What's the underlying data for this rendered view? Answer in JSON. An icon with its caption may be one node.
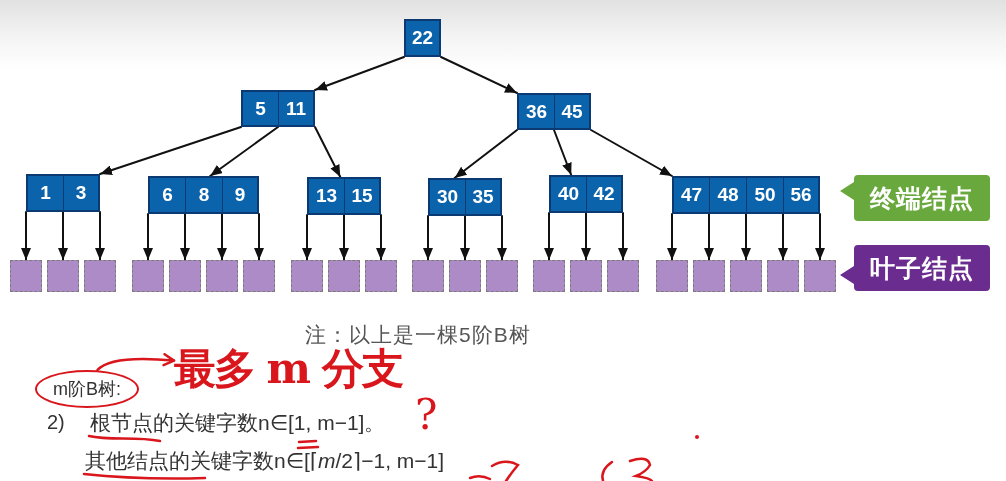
{
  "diagram": {
    "nodes": [
      {
        "text": [
          "22"
        ]
      },
      {
        "text": [
          "5",
          "11"
        ]
      },
      {
        "text": [
          "36",
          "45"
        ]
      },
      {
        "text": [
          "1",
          "3"
        ]
      },
      {
        "text": [
          "6",
          "8",
          "9"
        ]
      },
      {
        "text": [
          "13",
          "15"
        ]
      },
      {
        "text": [
          "30",
          "35"
        ]
      },
      {
        "text": [
          "40",
          "42"
        ]
      },
      {
        "text": [
          "47",
          "48",
          "50",
          "56"
        ]
      },
      {
        "text": [],
        "shape": "box"
      },
      {
        "text": [],
        "shape": "box"
      },
      {
        "text": [],
        "shape": "box"
      },
      {
        "text": [],
        "shape": "box"
      },
      {
        "text": [],
        "shape": "box"
      },
      {
        "text": [],
        "shape": "box"
      },
      {
        "text": [],
        "shape": "box"
      },
      {
        "text": [],
        "shape": "box"
      },
      {
        "text": [],
        "shape": "box"
      },
      {
        "text": [],
        "shape": "box"
      },
      {
        "text": [],
        "shape": "box"
      },
      {
        "text": [],
        "shape": "box"
      },
      {
        "text": [],
        "shape": "box"
      },
      {
        "text": [],
        "shape": "box"
      },
      {
        "text": [],
        "shape": "box"
      },
      {
        "text": [],
        "shape": "box"
      },
      {
        "text": [],
        "shape": "box"
      },
      {
        "text": [],
        "shape": "box"
      },
      {
        "text": [],
        "shape": "box"
      },
      {
        "text": [],
        "shape": "box"
      },
      {
        "text": [],
        "shape": "box"
      },
      {
        "text": [
          "终端结点"
        ]
      },
      {
        "text": [
          "叶子结点"
        ]
      },
      {
        "text": [
          "m阶B树:"
        ]
      },
      {
        "text": [
          "最多 m 分支"
        ]
      }
    ],
    "edges": [
      {
        "from": 0,
        "to": 1,
        "arrow": "to"
      },
      {
        "from": 0,
        "to": 2,
        "arrow": "to"
      },
      {
        "from": 1,
        "to": 3,
        "arrow": "to"
      },
      {
        "from": 1,
        "to": 4,
        "arrow": "to"
      },
      {
        "from": 1,
        "to": 5,
        "arrow": "to"
      },
      {
        "from": 2,
        "to": 6,
        "arrow": "to"
      },
      {
        "from": 2,
        "to": 7,
        "arrow": "to"
      },
      {
        "from": 2,
        "to": 8,
        "arrow": "to"
      },
      {
        "from": 3,
        "to": 9,
        "arrow": "to"
      },
      {
        "from": 3,
        "to": 10,
        "arrow": "to"
      },
      {
        "from": 3,
        "to": 11,
        "arrow": "to"
      },
      {
        "from": 4,
        "to": 12,
        "arrow": "to"
      },
      {
        "from": 4,
        "to": 13,
        "arrow": "to"
      },
      {
        "from": 4,
        "to": 14,
        "arrow": "to"
      },
      {
        "from": 4,
        "to": 15,
        "arrow": "to"
      },
      {
        "from": 5,
        "to": 16,
        "arrow": "to"
      },
      {
        "from": 5,
        "to": 17,
        "arrow": "to"
      },
      {
        "from": 5,
        "to": 18,
        "arrow": "to"
      },
      {
        "from": 6,
        "to": 19,
        "arrow": "to"
      },
      {
        "from": 6,
        "to": 20,
        "arrow": "to"
      },
      {
        "from": 6,
        "to": 21,
        "arrow": "to"
      },
      {
        "from": 7,
        "to": 22,
        "arrow": "to"
      },
      {
        "from": 7,
        "to": 23,
        "arrow": "to"
      },
      {
        "from": 7,
        "to": 24,
        "arrow": "to"
      },
      {
        "from": 8,
        "to": 25,
        "arrow": "to"
      },
      {
        "from": 8,
        "to": 26,
        "arrow": "to"
      },
      {
        "from": 8,
        "to": 27,
        "arrow": "to"
      },
      {
        "from": 8,
        "to": 28,
        "arrow": "to"
      },
      {
        "from": 8,
        "to": 29,
        "arrow": "to"
      },
      {
        "from": 32,
        "to": 33,
        "arrow": "to",
        "color": "#d8161c"
      }
    ],
    "labels": [
      "注：以上是一棵5阶B树",
      "2)",
      "根节点的关键字数n∈[1, m−1]。",
      "?",
      "其他结点的关键字数n∈[⌈*m*/2⌉−1, m−1]"
    ]
  }
}
